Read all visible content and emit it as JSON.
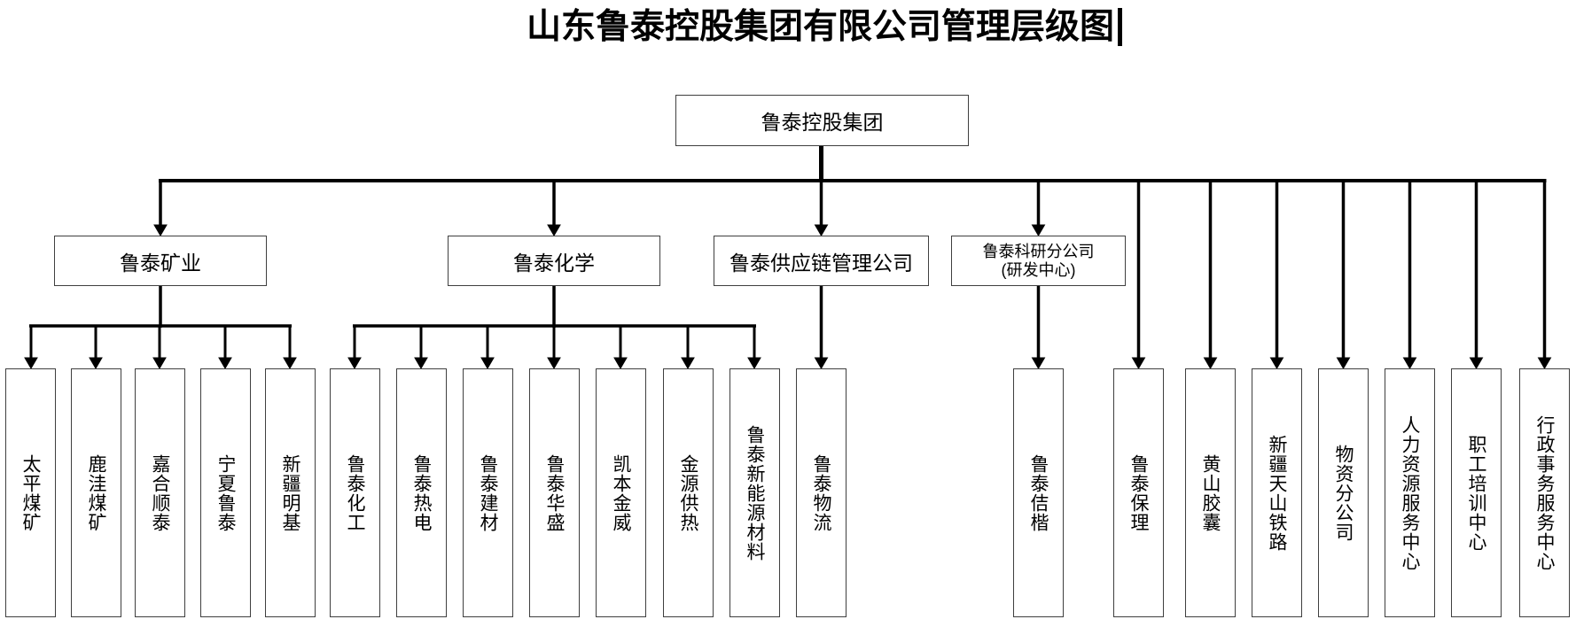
{
  "title": {
    "text": "山东鲁泰控股集团有限公司管理层级图",
    "cursor": "|"
  },
  "root": {
    "label": "鲁泰控股集团"
  },
  "divisions": {
    "mining": {
      "label": "鲁泰矿业",
      "children": [
        "太平煤矿",
        "鹿洼煤矿",
        "嘉合顺泰",
        "宁夏鲁泰",
        "新疆明基"
      ]
    },
    "chemical": {
      "label": "鲁泰化学",
      "children": [
        "鲁泰化工",
        "鲁泰热电",
        "鲁泰建材",
        "鲁泰华盛",
        "凯本金威",
        "金源供热",
        "鲁泰新能源材料"
      ]
    },
    "supply_chain": {
      "label": "鲁泰供应链管理公司",
      "children": [
        "鲁泰物流"
      ]
    },
    "research": {
      "label": "鲁泰科研分公司",
      "label_line2": "(研发中心)",
      "children": [
        "鲁泰佶楷"
      ]
    }
  },
  "direct_subsidiaries": [
    "鲁泰保理",
    "黄山胶囊",
    "新疆天山铁路",
    "物资分公司",
    "人力资源服务中心",
    "职工培训中心",
    "行政事务服务中心"
  ],
  "colors": {
    "line": "#000000",
    "box_border": "#3f3f3f",
    "box_fill": "#ffffff",
    "text": "#000000",
    "background": "#ffffff"
  }
}
